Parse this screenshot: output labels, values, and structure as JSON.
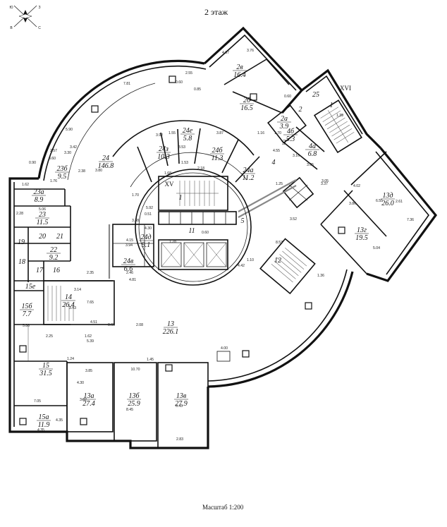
{
  "header": {
    "floor_title": "2 этаж"
  },
  "footer": {
    "scale_label": "Масштаб 1:200"
  },
  "compass": {
    "n": "Ю",
    "e": "З",
    "s": "С",
    "w": "В"
  },
  "rooms": [
    {
      "num": "2в",
      "area": "16.4"
    },
    {
      "num": "2б",
      "area": "16.5"
    },
    {
      "num": "2а",
      "area": "3.9"
    },
    {
      "num": "4б",
      "area": "5.3"
    },
    {
      "num": "4а",
      "area": "6.8"
    },
    {
      "num": "25",
      "area": ""
    },
    {
      "num": "1",
      "area": ""
    },
    {
      "num": "2",
      "area": ""
    },
    {
      "num": "3",
      "area": ""
    },
    {
      "num": "4",
      "area": ""
    },
    {
      "num": "24",
      "area": "146.8"
    },
    {
      "num": "24е",
      "area": "5.8"
    },
    {
      "num": "24з",
      "area": "10.3"
    },
    {
      "num": "24б",
      "area": "11.3"
    },
    {
      "num": "24а",
      "area": "11.2"
    },
    {
      "num": "23б",
      "area": "9.5"
    },
    {
      "num": "23а",
      "area": "8.9"
    },
    {
      "num": "23",
      "area": "11.5"
    },
    {
      "num": "20",
      "area": ""
    },
    {
      "num": "21",
      "area": ""
    },
    {
      "num": "19",
      "area": ""
    },
    {
      "num": "22",
      "area": "9.2"
    },
    {
      "num": "18",
      "area": ""
    },
    {
      "num": "17",
      "area": ""
    },
    {
      "num": "16",
      "area": ""
    },
    {
      "num": "15е",
      "area": ""
    },
    {
      "num": "15б",
      "area": "7.7"
    },
    {
      "num": "14",
      "area": "26.4"
    },
    {
      "num": "15",
      "area": "31.5"
    },
    {
      "num": "15а",
      "area": "11.9"
    },
    {
      "num": "13а",
      "area": "27.4"
    },
    {
      "num": "13б",
      "area": "25.9"
    },
    {
      "num": "13в",
      "area": "27.9"
    },
    {
      "num": "13",
      "area": "226.1"
    },
    {
      "num": "13г",
      "area": "19.5"
    },
    {
      "num": "13д",
      "area": "26.0"
    },
    {
      "num": "12",
      "area": ""
    },
    {
      "num": "11",
      "area": ""
    },
    {
      "num": "5",
      "area": ""
    },
    {
      "num": "24д",
      "area": "9.1"
    },
    {
      "num": "24в",
      "area": "6.6"
    },
    {
      "num": "1",
      "area": ""
    }
  ],
  "stair_labels": [
    "XV",
    "XVI"
  ],
  "dimensions": [
    "4.37",
    "3.76",
    "2.55",
    "7.81",
    "0.60",
    "5.90",
    "3.42",
    "3.30",
    "3.60",
    "2.38",
    "1.62",
    "1.76",
    "5.06",
    "2.28",
    "3.92",
    "3.87",
    "3.53",
    "1.53",
    "3.80",
    "1.55",
    "2.18",
    "1.16",
    "0.60",
    "3.16",
    "3.65",
    "3.37",
    "4.55",
    "4.02",
    "3.86",
    "6.55",
    "2.61",
    "5.04",
    "7.36",
    "3.52",
    "8.53",
    "4.81",
    "3.38",
    "4.30",
    "4.15",
    "3.94",
    "2.46",
    "2.35",
    "3.43",
    "3.14",
    "2.08",
    "0.60",
    "7.65",
    "4.51",
    "5.88",
    "2.25",
    "5.39",
    "1.24",
    "1.45",
    "10.70",
    "3.85",
    "4.30",
    "3.82",
    "8.45",
    "6.45",
    "7.05",
    "4.35",
    "4.35",
    "2.83",
    "4.00",
    "1.10",
    "0.85",
    "0.60",
    "1.70",
    "5.92",
    "0.51",
    "1.68",
    "0.90",
    "2.57",
    "1.62",
    "1.28",
    "1.25",
    "1.36",
    "3.05",
    "4.42",
    "1.70",
    "1.39",
    "1.45",
    "8.50"
  ]
}
